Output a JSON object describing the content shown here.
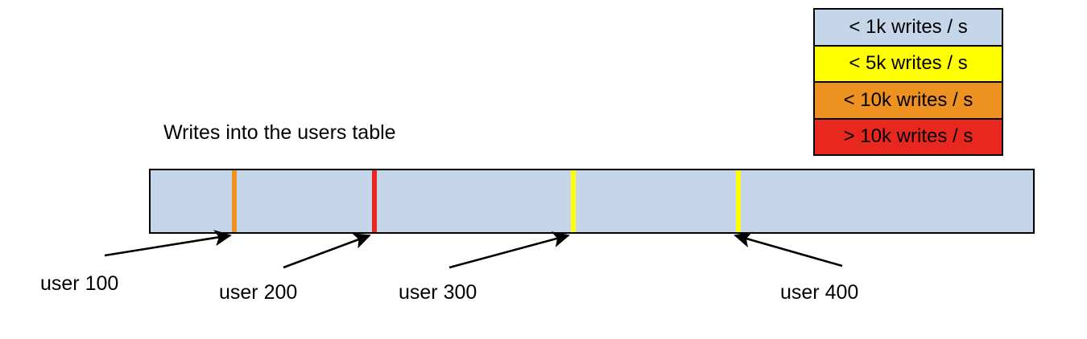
{
  "chart_data": {
    "type": "bar",
    "title": "Writes into the users table",
    "xlabel": "",
    "ylabel": "",
    "orientation": "horizontal",
    "description": "A single horizontal band representing the users table keyspace, shaded by write rate, with four colored hotspot stripes marking individual users.",
    "background_band": {
      "label": "< 1k writes / s",
      "color": "#c5d5ea"
    },
    "categories": [
      "user 100",
      "user 200",
      "user 300",
      "user 400"
    ],
    "values": [
      "< 10k writes / s",
      "> 10k writes / s",
      "< 5k writes / s",
      "< 5k writes / s"
    ],
    "markers": [
      {
        "label": "user 100",
        "color": "#ed9121",
        "tier": "< 10k writes / s",
        "position_pct": 9.5
      },
      {
        "label": "user 200",
        "color": "#e8281e",
        "tier": "> 10k writes / s",
        "position_pct": 25.3
      },
      {
        "label": "user 300",
        "color": "#ffff00",
        "tier": "< 5k writes / s",
        "position_pct": 47.6
      },
      {
        "label": "user 400",
        "color": "#ffff00",
        "tier": "< 5k writes / s",
        "position_pct": 66.2
      }
    ],
    "legend": {
      "position": "top-right",
      "entries": [
        {
          "label": "< 1k writes / s",
          "color": "#c5d5ea"
        },
        {
          "label": "< 5k writes / s",
          "color": "#ffff00"
        },
        {
          "label": "< 10k writes / s",
          "color": "#ed9121"
        },
        {
          "label": "> 10k writes / s",
          "color": "#e8281e"
        }
      ]
    },
    "grid": false
  },
  "colors": {
    "tier_1k": "#c5d5ea",
    "tier_5k": "#ffff00",
    "tier_10k": "#ed9121",
    "tier_over_10k": "#e8281e",
    "outline": "#000000"
  }
}
